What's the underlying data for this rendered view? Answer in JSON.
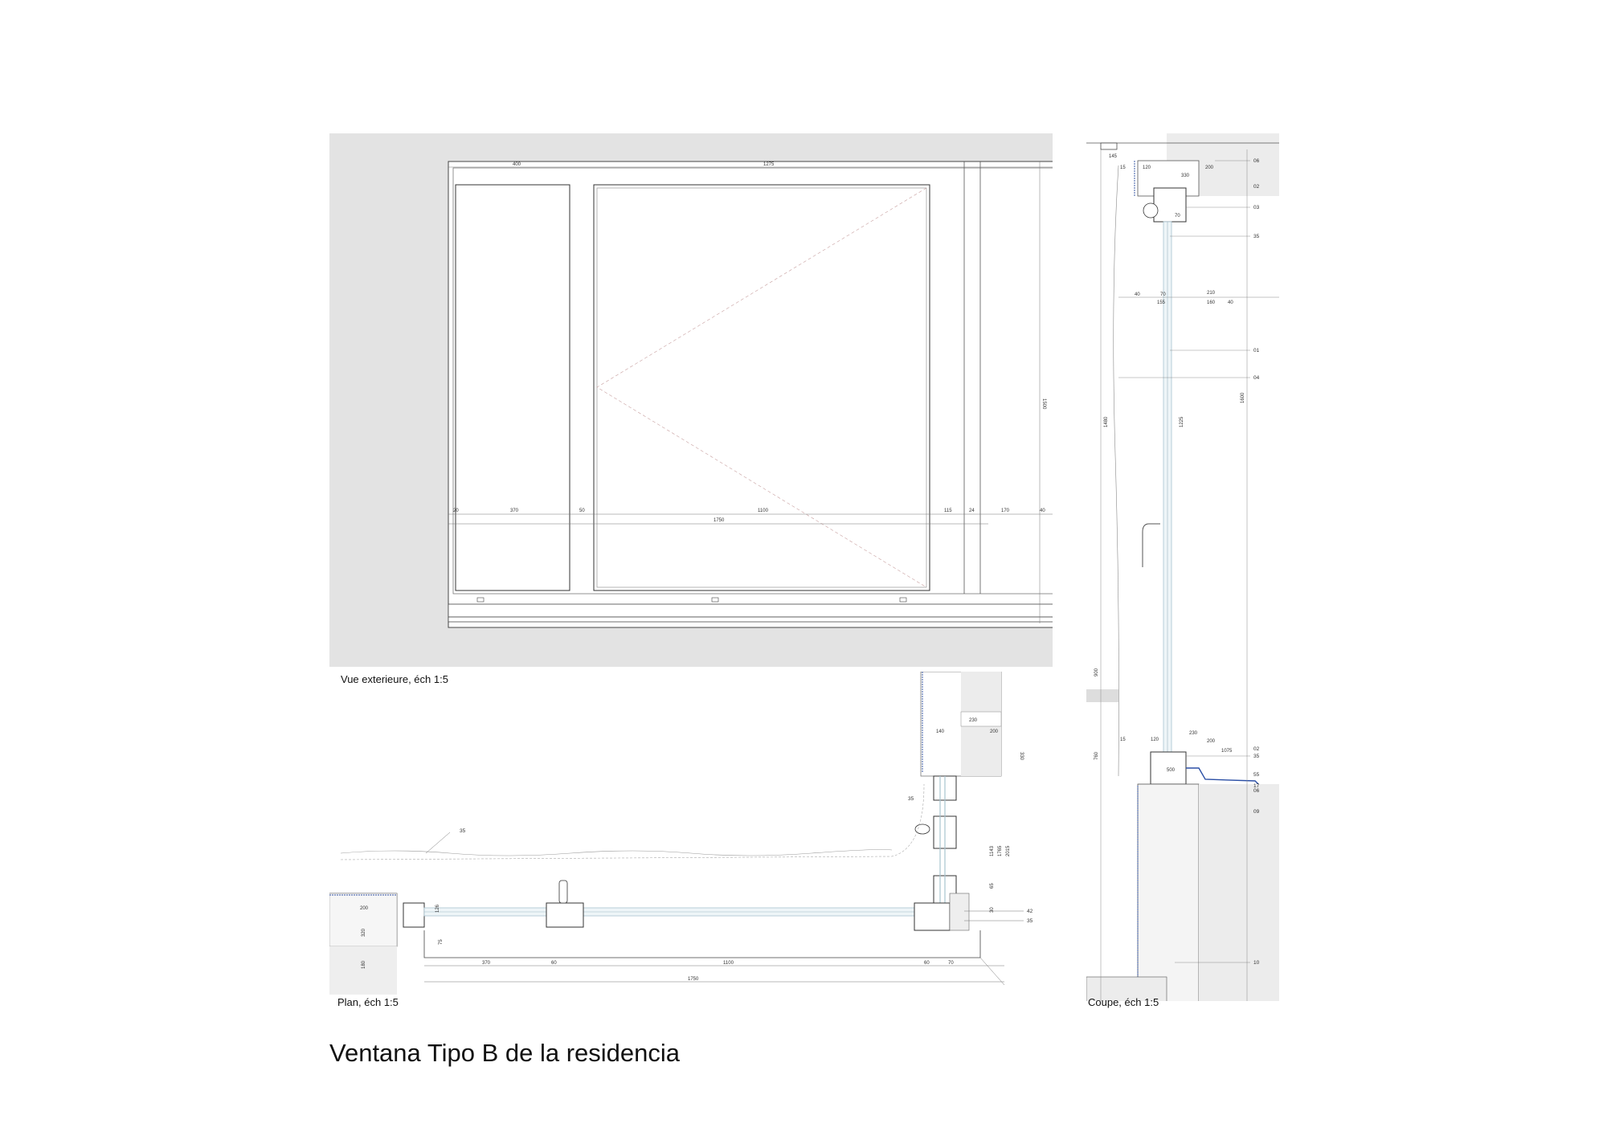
{
  "title": "Ventana Tipo B de la residencia",
  "elevation": {
    "caption": "Vue exterieure, éch 1:5",
    "dims": {
      "top_left": "400",
      "top_right": "1275",
      "height": "1500",
      "a": "20",
      "b": "370",
      "c": "50",
      "d": "1100",
      "e": "115",
      "f": "24",
      "g": "170",
      "h": "40",
      "total": "1750"
    }
  },
  "plan": {
    "caption": "Plan, éch 1:5",
    "dims": {
      "wall": "200",
      "t1": "320",
      "t2": "180",
      "a": "370",
      "b": "60",
      "c": "1100",
      "d": "60",
      "e": "70",
      "total": "1750",
      "s1": "126",
      "s2": "75",
      "v1": "1143",
      "v2": "1765",
      "v3": "2015",
      "v4": "65",
      "v5": "30",
      "top1": "230",
      "top2": "200",
      "top3": "330",
      "top4": "140"
    },
    "refs": {
      "r35a": "35",
      "r35b": "35",
      "r42": "42",
      "r35c": "35"
    }
  },
  "section": {
    "caption": "Coupe, éch 1:5",
    "dims": {
      "t1": "145",
      "t2": "15",
      "t3": "120",
      "t4": "200",
      "t5": "330",
      "t6": "70",
      "m1": "40",
      "m2": "70",
      "m3": "210",
      "m4": "155",
      "m5": "160",
      "m6": "40",
      "h1": "1480",
      "h2": "1225",
      "h3": "1600",
      "b1": "900",
      "b2": "760",
      "b3": "15",
      "b4": "120",
      "b5": "230",
      "b6": "200",
      "b7": "1075",
      "b8": "500"
    },
    "refs": {
      "r06a": "06",
      "r02a": "02",
      "r03": "03",
      "r35a": "35",
      "r01": "01",
      "r04": "04",
      "r35b": "35",
      "r55": "55",
      "r17": "17",
      "r02b": "02",
      "r06b": "06",
      "r09": "09",
      "r10": "10"
    }
  }
}
